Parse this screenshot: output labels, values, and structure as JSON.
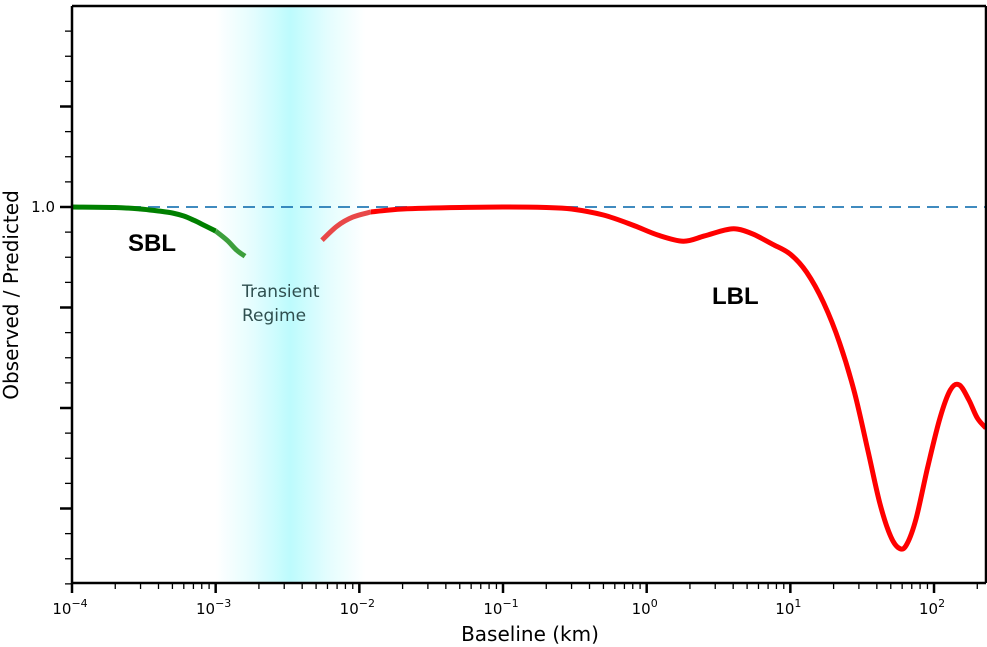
{
  "chart_data": {
    "type": "line",
    "title": "",
    "xlabel": "Baseline (km)",
    "ylabel": "Observed / Predicted",
    "xscale": "log",
    "xlim": [
      0.0001,
      230
    ],
    "ylim": [
      0.625,
      1.2
    ],
    "grid": false,
    "legend": null,
    "x_ticks": [
      {
        "base": "10",
        "exp": "−4",
        "value": 0.0001
      },
      {
        "base": "10",
        "exp": "−3",
        "value": 0.001
      },
      {
        "base": "10",
        "exp": "−2",
        "value": 0.01
      },
      {
        "base": "10",
        "exp": "−1",
        "value": 0.1
      },
      {
        "base": "10",
        "exp": "0",
        "value": 1
      },
      {
        "base": "10",
        "exp": "1",
        "value": 10
      },
      {
        "base": "10",
        "exp": "2",
        "value": 100
      }
    ],
    "y_ticks_labeled": [
      {
        "label": "1.0",
        "value": 1.0
      }
    ],
    "y_major_ticks": [
      0.7,
      0.8,
      0.9,
      1.0,
      1.1
    ],
    "reference_line": {
      "y": 1.0,
      "style": "dashed",
      "color": "#1f77b4"
    },
    "shaded_region": {
      "x_from": 0.001,
      "x_to": 0.011,
      "peak_at": 0.004,
      "color": "#b8fbfd",
      "label": "Transient\nRegime"
    },
    "series": [
      {
        "name": "SBL",
        "color": "#008000",
        "faded_color": "#3c9f3c",
        "points": [
          [
            0.0001,
            1.0
          ],
          [
            0.0002,
            0.9995
          ],
          [
            0.0003,
            0.998
          ],
          [
            0.0004,
            0.996
          ],
          [
            0.0005,
            0.994
          ],
          [
            0.0006,
            0.991
          ],
          [
            0.0007,
            0.987
          ],
          [
            0.0008,
            0.983
          ],
          [
            0.001,
            0.976
          ],
          [
            0.0012,
            0.967
          ],
          [
            0.0014,
            0.957
          ],
          [
            0.0016,
            0.951
          ]
        ]
      },
      {
        "name": "LBL",
        "color": "#ff0000",
        "faded_color": "#e84848",
        "points": [
          [
            0.0055,
            0.967
          ],
          [
            0.007,
            0.981
          ],
          [
            0.009,
            0.99
          ],
          [
            0.012,
            0.995
          ],
          [
            0.02,
            0.998
          ],
          [
            0.05,
            0.9995
          ],
          [
            0.1,
            1.0
          ],
          [
            0.2,
            0.9995
          ],
          [
            0.3,
            0.998
          ],
          [
            0.5,
            0.992
          ],
          [
            0.8,
            0.982
          ],
          [
            1.2,
            0.972
          ],
          [
            1.8,
            0.966
          ],
          [
            2.5,
            0.971
          ],
          [
            3.5,
            0.977
          ],
          [
            4.3,
            0.978
          ],
          [
            5.5,
            0.973
          ],
          [
            7.5,
            0.963
          ],
          [
            10,
            0.953
          ],
          [
            13,
            0.935
          ],
          [
            17,
            0.905
          ],
          [
            22,
            0.865
          ],
          [
            28,
            0.815
          ],
          [
            35,
            0.755
          ],
          [
            42,
            0.705
          ],
          [
            50,
            0.672
          ],
          [
            58,
            0.66
          ],
          [
            65,
            0.665
          ],
          [
            75,
            0.69
          ],
          [
            90,
            0.74
          ],
          [
            110,
            0.79
          ],
          [
            130,
            0.818
          ],
          [
            150,
            0.823
          ],
          [
            175,
            0.808
          ],
          [
            200,
            0.79
          ],
          [
            230,
            0.78
          ]
        ]
      }
    ],
    "annotations": [
      {
        "text": "SBL",
        "x": 0.00023,
        "y": 0.965,
        "bold": true
      },
      {
        "text": "LBL",
        "x": 2.5,
        "y": 0.91,
        "bold": true
      },
      {
        "text": "Transient",
        "x": 0.0012,
        "y": 0.917
      },
      {
        "text": "Regime",
        "x": 0.0012,
        "y": 0.893
      }
    ]
  },
  "labels": {
    "xlabel": "Baseline (km)",
    "ylabel": "Observed / Predicted",
    "ytick_1": "1.0",
    "sbl": "SBL",
    "lbl": "LBL",
    "transient_line1": "Transient",
    "transient_line2": "Regime"
  }
}
